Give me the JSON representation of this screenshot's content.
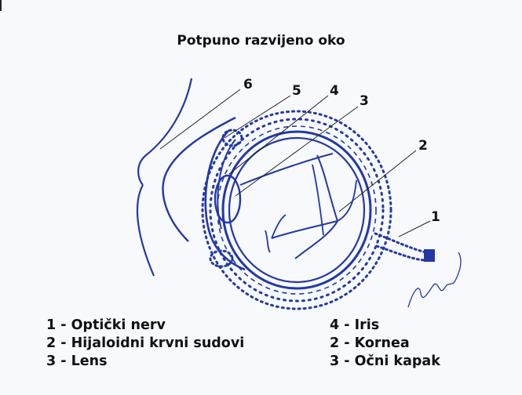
{
  "title": "Potpuno razvijeno oko",
  "callout_numbers": [
    "6",
    "5",
    "4",
    "3",
    "2",
    "1"
  ],
  "legend_left": [
    "1 - Optički nerv",
    "2 - Hijaloidni krvni sudovi",
    "3 - Lens"
  ],
  "legend_right": [
    "4 - Iris",
    "2 - Kornea",
    "3 - Očni kapak"
  ],
  "colors": {
    "ink": "#1f3aa8",
    "text": "#111111",
    "paper": "#f7f9fd"
  }
}
